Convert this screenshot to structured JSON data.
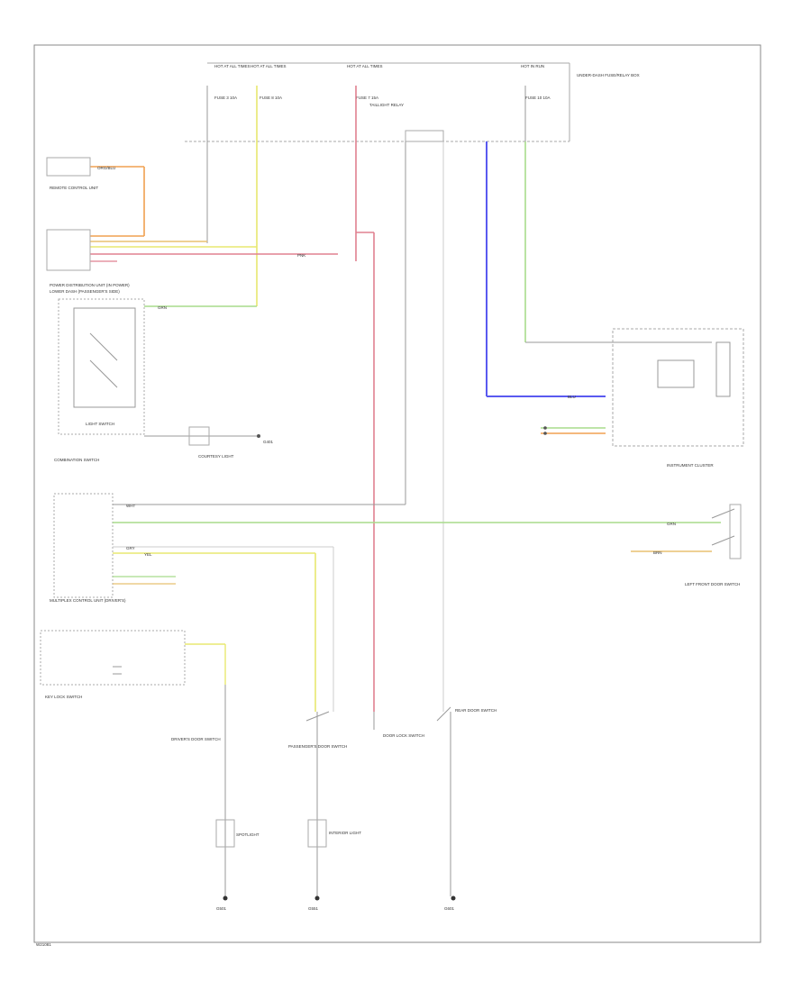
{
  "footer": {
    "code": "W21081"
  },
  "colors": {
    "frame": "#888888",
    "wire_plain": "#9a9a9a",
    "wire_orange": "#f0a050",
    "wire_yellow": "#e8e870",
    "wire_pink": "#e08090",
    "wire_green": "#a8dc8c",
    "wire_blue": "#5a5af0",
    "wire_gray": "#cccccc"
  },
  "fuse_box": {
    "fuses": [
      {
        "hot": "HOT AT ALL TIMES",
        "name": "FUSE 3 10A"
      },
      {
        "hot": "HOT AT ALL TIMES",
        "name": "FUSE 8 10A"
      },
      {
        "hot": "HOT AT ALL TIMES",
        "name": "FUSE 7 15A"
      },
      {
        "hot": "HOT IN RUN",
        "name": "FUSE 10 10A"
      }
    ],
    "label": "UNDER-DASH FUSE/RELAY BOX",
    "relay": "TAILLIGHT RELAY"
  },
  "components": {
    "remote_ctrl": "REMOTE CONTROL UNIT",
    "power_distribution": "POWER DISTRIBUTION UNIT (IN POWER)",
    "lower_dash": "LOWER DASH (PASSENGER'S SIDE)",
    "combination_switch": "COMBINATION SWITCH",
    "light_switch": "LIGHT SWITCH",
    "g401": "G401",
    "courtesy_light": "COURTESY LIGHT",
    "instrument_cluster": "INSTRUMENT CLUSTER",
    "multiplex": "MULTIPLEX CONTROL UNIT (DRIVER'S)",
    "key_lock": "KEY LOCK SWITCH",
    "door_lock": "DOOR LOCK SWITCH",
    "driver_door": "DRIVER'S DOOR SWITCH",
    "passenger_door": "PASSENGER'S DOOR SWITCH",
    "rear_door": "REAR DOOR SWITCH",
    "spotlight": "SPOTLIGHT",
    "interior_light": "INTERIOR LIGHT",
    "left_front_door": "LEFT FRONT DOOR SWITCH",
    "g501": "G501",
    "g551": "G551",
    "g601": "G601"
  },
  "wires": {
    "or_bl": "ORG/BLU",
    "yel": "YEL",
    "pnk": "PNK",
    "grn": "GRN",
    "blu": "BLU",
    "wht": "WHT",
    "gry": "GRY",
    "brn": "BRN"
  }
}
